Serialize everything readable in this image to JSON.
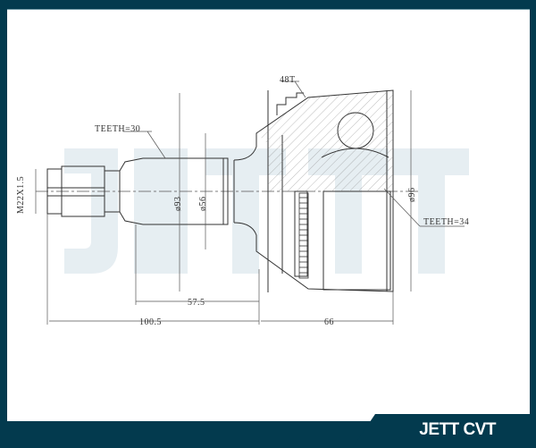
{
  "brand": {
    "name": "JETT CVT",
    "watermark": "JETT"
  },
  "colors": {
    "frame": "#033a4e",
    "canvas": "#ffffff",
    "line": "#333333",
    "watermark": "#e6eef2",
    "hatch": "#888888"
  },
  "callouts": {
    "abs_ring": "48T",
    "outer_spline": "TEETH=30",
    "inner_spline": "TEETH=34",
    "thread": "M22X1.5"
  },
  "dimensions": {
    "dia_93": "ø93",
    "dia_56": "ø56",
    "dia_96": "ø96",
    "len_57_5": "57.5",
    "len_100_5": "100.5",
    "len_66": "66"
  }
}
